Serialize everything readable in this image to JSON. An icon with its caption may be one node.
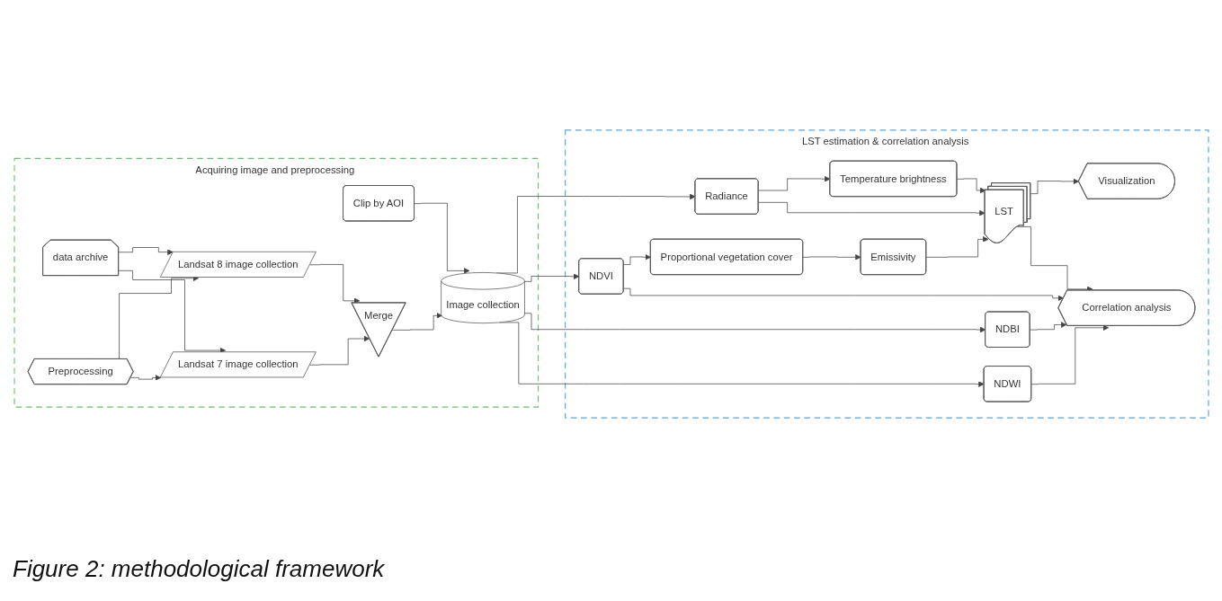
{
  "diagram": {
    "caption": "Figure 2: methodological framework",
    "nodes": [
      {
        "text": [
          "Acquiring image and preprocessing"
        ]
      },
      {
        "text": [
          "data archive"
        ],
        "in": 0
      },
      {
        "text": [
          "Clip by AOI"
        ],
        "in": 0
      },
      {
        "text": [
          "Preprocessing"
        ],
        "in": 0
      },
      {
        "text": [
          "Landsat 8 image collection"
        ],
        "in": 0
      },
      {
        "text": [
          "Landsat 7 image collection"
        ],
        "in": 0
      },
      {
        "text": [
          "Image collection"
        ],
        "in": 0
      },
      {
        "text": [
          "Merge"
        ],
        "in": 0
      },
      {
        "text": [
          "LST estimation & correlation analysis"
        ]
      },
      {
        "text": [
          "Radiance"
        ],
        "in": 8
      },
      {
        "text": [
          "Temperature brightness"
        ],
        "in": 8
      },
      {
        "text": [
          "Proportional vegetation cover"
        ],
        "in": 8
      },
      {
        "text": [
          "Emissivity"
        ],
        "in": 8
      },
      {
        "text": [
          "LST"
        ],
        "in": 8
      },
      {
        "text": [
          "Visualization"
        ],
        "in": 8
      },
      {
        "text": [
          "NDVI"
        ],
        "in": 8
      },
      {
        "text": [
          "Correlation analysis"
        ],
        "in": 8
      },
      {
        "text": [
          "NDBI"
        ],
        "in": 8
      },
      {
        "text": [
          "NDWI"
        ],
        "in": 8
      }
    ],
    "edges": [
      {
        "from": 1,
        "to": 4,
        "arrow": "to"
      },
      {
        "from": 1,
        "to": 5,
        "arrow": "to"
      },
      {
        "from": 3,
        "to": 4,
        "arrow": "to"
      },
      {
        "from": 3,
        "to": 5,
        "arrow": "to"
      },
      {
        "from": 4,
        "to": 7,
        "arrow": "to"
      },
      {
        "from": 5,
        "to": 7,
        "arrow": "to"
      },
      {
        "from": 7,
        "to": 6,
        "arrow": "to"
      },
      {
        "from": 2,
        "to": 6,
        "arrow": "to"
      },
      {
        "from": 6,
        "to": 9,
        "arrow": "to"
      },
      {
        "from": 6,
        "to": 15,
        "arrow": "to"
      },
      {
        "from": 6,
        "to": 17,
        "arrow": "to"
      },
      {
        "from": 6,
        "to": 18,
        "arrow": "to"
      },
      {
        "from": 9,
        "to": 10,
        "arrow": "to"
      },
      {
        "from": 9,
        "to": 13,
        "arrow": "to"
      },
      {
        "from": 10,
        "to": 13,
        "arrow": "to"
      },
      {
        "from": 15,
        "to": 11,
        "arrow": "to"
      },
      {
        "from": 11,
        "to": 12,
        "arrow": "to"
      },
      {
        "from": 12,
        "to": 13,
        "arrow": "to"
      },
      {
        "from": 13,
        "to": 14,
        "arrow": "to"
      },
      {
        "from": 15,
        "to": 16,
        "arrow": "to"
      },
      {
        "from": 17,
        "to": 16,
        "arrow": "to"
      },
      {
        "from": 18,
        "to": 16,
        "arrow": "to"
      },
      {
        "from": 13,
        "to": 16,
        "arrow": "to"
      }
    ]
  }
}
